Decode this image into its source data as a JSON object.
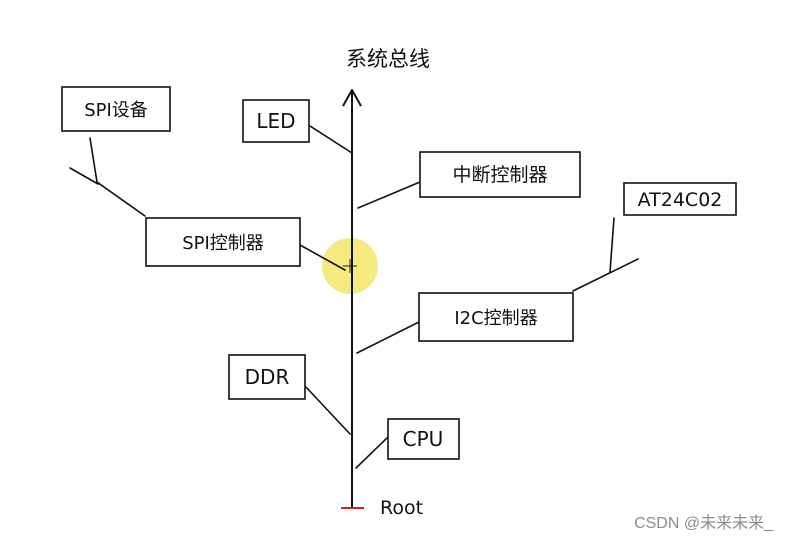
{
  "diagram": {
    "title": "系统总线",
    "root_label": "Root",
    "nodes": {
      "spi_device": "SPI设备",
      "led": "LED",
      "interrupt_controller": "中断控制器",
      "at24c02": "AT24C02",
      "spi_controller": "SPI控制器",
      "i2c_controller": "I2C控制器",
      "ddr": "DDR",
      "cpu": "CPU"
    }
  },
  "watermark": "CSDN @未来未来_",
  "colors": {
    "ink": "#111111",
    "root_mark": "#cc2222",
    "cursor_highlight": "#f2e66a"
  }
}
